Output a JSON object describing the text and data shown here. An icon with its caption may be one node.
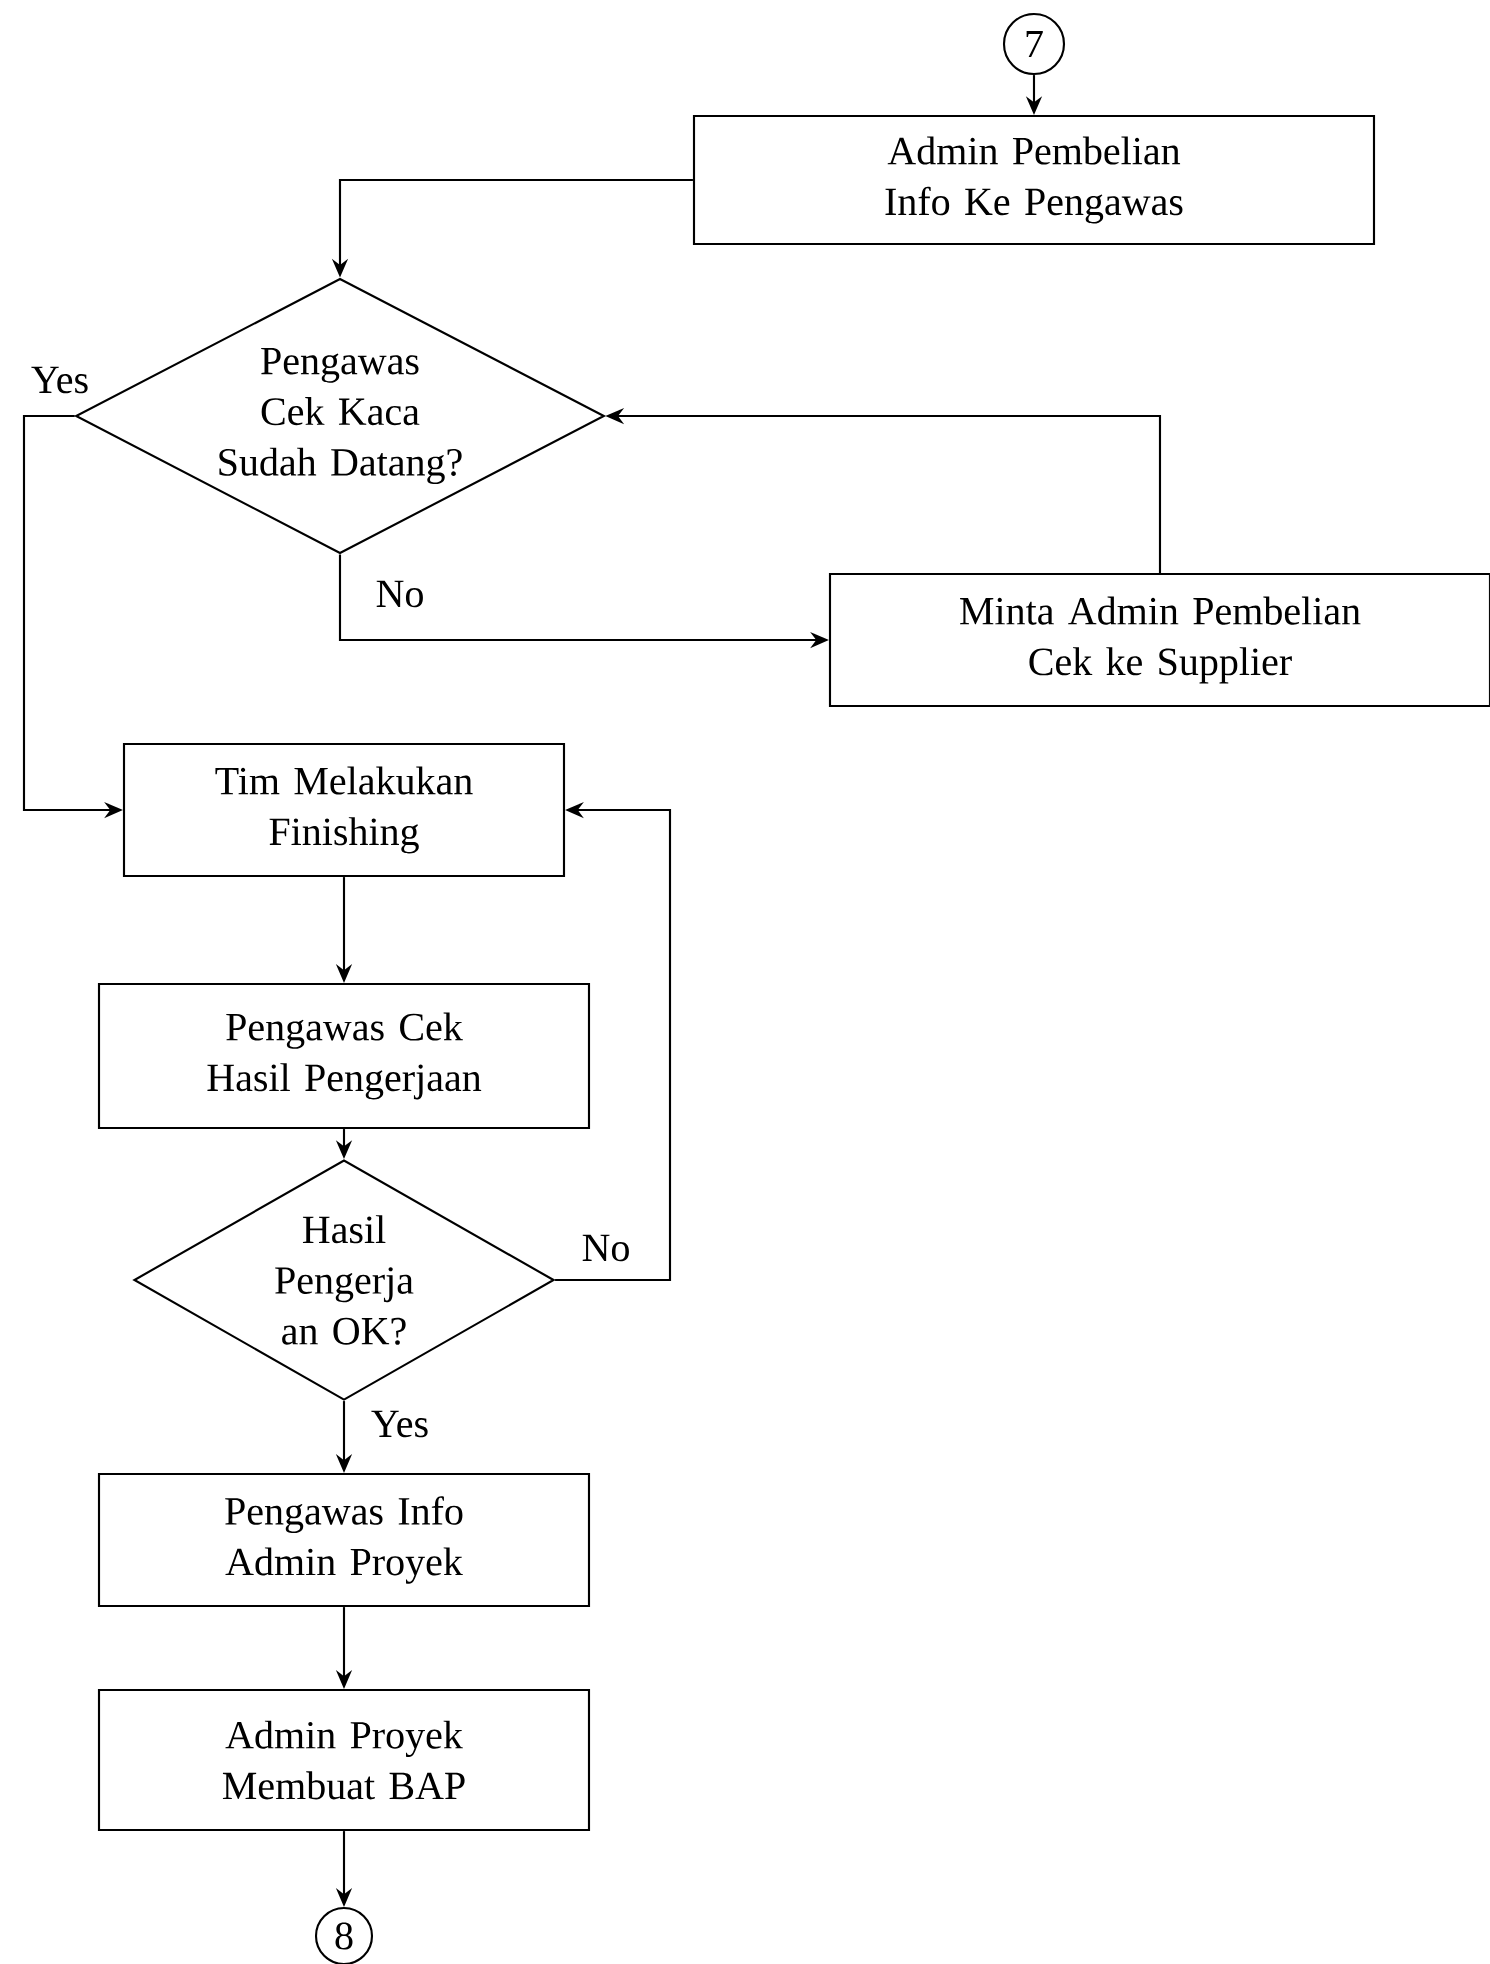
{
  "diagram": {
    "nodes": [
      {
        "text": [
          "7"
        ]
      },
      {
        "text": [
          "Admin Pembelian Info Ke Pengawas"
        ]
      },
      {
        "text": [
          "Pengawas Cek Kaca Sudah Datang?"
        ]
      },
      {
        "text": [
          "Minta Admin Pembelian Cek ke Supplier"
        ]
      },
      {
        "text": [
          "Tim Melakukan Finishing"
        ]
      },
      {
        "text": [
          "Pengawas Cek Hasil Pengerjaan"
        ]
      },
      {
        "text": [
          "Hasil Pengerja an OK?"
        ]
      },
      {
        "text": [
          "Pengawas Info Admin Proyek"
        ]
      },
      {
        "text": [
          "Admin Proyek Membuat BAP"
        ]
      },
      {
        "text": [
          "8"
        ]
      }
    ],
    "edges": [
      {
        "from": 0,
        "to": 1,
        "arrow": "to"
      },
      {
        "from": 1,
        "to": 2,
        "arrow": "to"
      },
      {
        "from": 2,
        "to": 4,
        "arrow": "to",
        "label": "Yes"
      },
      {
        "from": 2,
        "to": 3,
        "arrow": "to",
        "label": "No"
      },
      {
        "from": 3,
        "to": 2,
        "arrow": "to"
      },
      {
        "from": 4,
        "to": 5,
        "arrow": "to"
      },
      {
        "from": 5,
        "to": 6,
        "arrow": "to"
      },
      {
        "from": 6,
        "to": 4,
        "arrow": "to",
        "label": "No"
      },
      {
        "from": 6,
        "to": 7,
        "arrow": "to",
        "label": "Yes"
      },
      {
        "from": 7,
        "to": 8,
        "arrow": "to"
      },
      {
        "from": 8,
        "to": 9,
        "arrow": "to"
      }
    ]
  }
}
